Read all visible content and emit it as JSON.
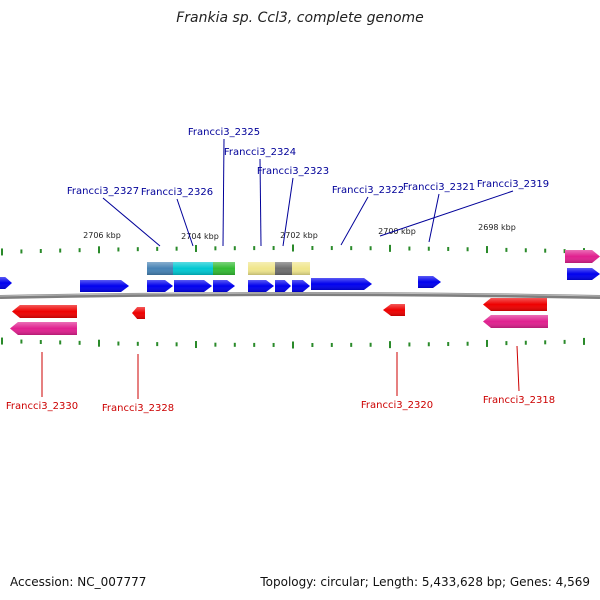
{
  "title": "Frankia sp. Ccl3, complete genome",
  "footer": {
    "accession": "Accession: NC_007777",
    "summary": "Topology: circular; Length: 5,433,628 bp; Genes: 4,569"
  },
  "colors": {
    "plus_gene": "#0000ee",
    "minus_gene": "#ee0000",
    "tick": "#2a8a2a",
    "top_label": "#000099",
    "bottom_label": "#cc0000",
    "backbone": "#7f7f7f",
    "magenta": "#e0208f",
    "steelblue": "#4682b4",
    "cyan": "#00c8d2",
    "green": "#33bb33",
    "khaki": "#f0e68c",
    "gray": "#6e6e6e"
  },
  "scale_labels": [
    "2706 kbp",
    "2704 kbp",
    "2702 kbp",
    "2700 kbp",
    "2698 kbp"
  ],
  "top_genes": [
    "Francci3_2325",
    "Francci3_2324",
    "Francci3_2323",
    "Francci3_2327",
    "Francci3_2326",
    "Francci3_2322",
    "Francci3_2321",
    "Francci3_2319"
  ],
  "bottom_genes": [
    "Francci3_2330",
    "Francci3_2328",
    "Francci3_2320",
    "Francci3_2318"
  ]
}
